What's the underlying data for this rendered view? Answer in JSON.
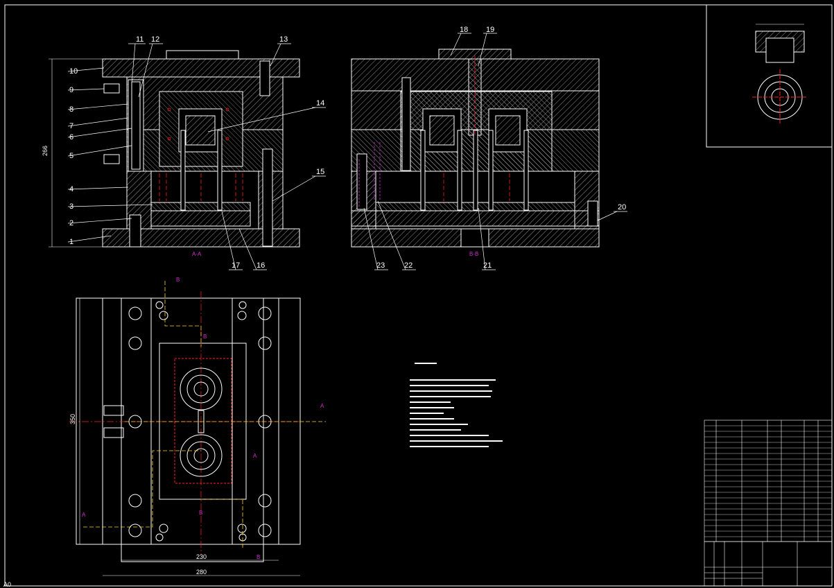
{
  "drawing": {
    "section_a_label": "A-A",
    "section_b_label": "B-B",
    "corner_text": "A0",
    "height_dimension": "266",
    "plan_width_inner": "230",
    "plan_width_outer": "280",
    "plan_height": "350",
    "section_markers": [
      "A",
      "A",
      "A",
      "B",
      "B",
      "B",
      "B"
    ],
    "part_callouts_left": [
      "1",
      "2",
      "3",
      "4",
      "5",
      "6",
      "7",
      "8",
      "9",
      "10",
      "11",
      "12",
      "13",
      "14",
      "15",
      "16",
      "17"
    ],
    "part_callouts_right": [
      "18",
      "19",
      "20",
      "21",
      "22",
      "23"
    ]
  },
  "colors": {
    "background": "#000000",
    "lines": "#ffffff",
    "centerline": "#ff2020",
    "section": "#d02bd0",
    "cut_line": "#ffd700",
    "hatch": "#bdbdbd"
  }
}
